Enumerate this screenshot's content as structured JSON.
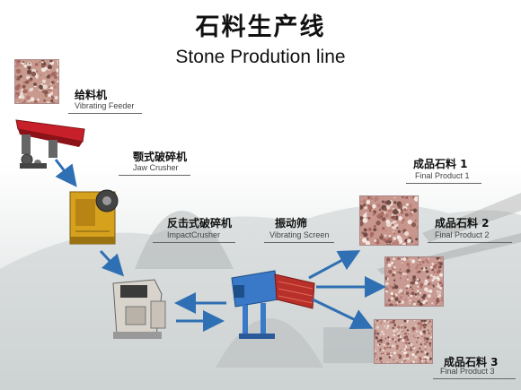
{
  "header": {
    "title_cn": "石料生产线",
    "title_en": "Stone Prodution line"
  },
  "stages": {
    "feeder": {
      "name_cn": "给料机",
      "name_en": "Vibrating Feeder"
    },
    "jaw": {
      "name_cn": "颚式破碎机",
      "name_en": "Jaw  Crusher"
    },
    "impact": {
      "name_cn": "反击式破碎机",
      "name_en": "ImpactCrusher"
    },
    "screen": {
      "name_cn": "振动筛",
      "name_en": "Vibrating Screen"
    }
  },
  "products": [
    {
      "name_cn": "成品石料 1",
      "name_en": "Final Product 1"
    },
    {
      "name_cn": "成品石料 2",
      "name_en": "Final Product 2"
    },
    {
      "name_cn": "成品石料 3",
      "name_en": "Final Product 3"
    }
  ],
  "colors": {
    "arrow_blue": "#2f6fb3",
    "feeder_red": "#c8202a",
    "jaw_yellow": "#d6a21e",
    "screen_blue": "#3a78c8",
    "screen_red": "#b8302a"
  }
}
